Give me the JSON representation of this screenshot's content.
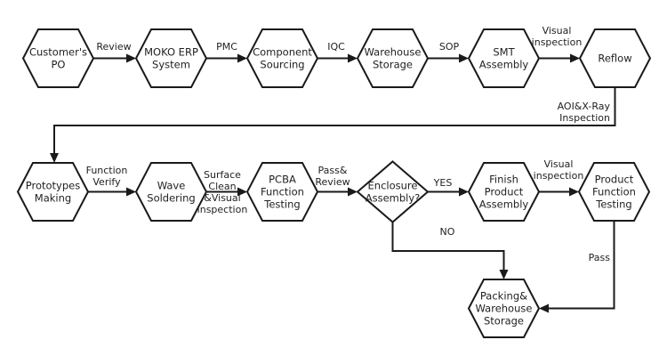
{
  "diagram": {
    "type": "flowchart",
    "nodes": [
      {
        "id": "customer_po",
        "shape": "hexagon",
        "lines": [
          "Customer's",
          "PO"
        ]
      },
      {
        "id": "moko_erp",
        "shape": "hexagon",
        "lines": [
          "MOKO ERP",
          "System"
        ]
      },
      {
        "id": "component_sourcing",
        "shape": "hexagon",
        "lines": [
          "Component",
          "Sourcing"
        ]
      },
      {
        "id": "warehouse_storage",
        "shape": "hexagon",
        "lines": [
          "Warehouse",
          "Storage"
        ]
      },
      {
        "id": "smt_assembly",
        "shape": "hexagon",
        "lines": [
          "SMT",
          "Assembly"
        ]
      },
      {
        "id": "reflow",
        "shape": "hexagon",
        "lines": [
          "Reflow"
        ]
      },
      {
        "id": "prototypes_making",
        "shape": "hexagon",
        "lines": [
          "Prototypes",
          "Making"
        ]
      },
      {
        "id": "wave_soldering",
        "shape": "hexagon",
        "lines": [
          "Wave",
          "Soldering"
        ]
      },
      {
        "id": "pcba_function_testing",
        "shape": "hexagon",
        "lines": [
          "PCBA",
          "Function",
          "Testing"
        ]
      },
      {
        "id": "enclosure_assembly",
        "shape": "diamond",
        "lines": [
          "Enclosure",
          "Assembly?"
        ]
      },
      {
        "id": "finish_product_assembly",
        "shape": "hexagon",
        "lines": [
          "Finish",
          "Product",
          "Assembly"
        ]
      },
      {
        "id": "product_function_testing",
        "shape": "hexagon",
        "lines": [
          "Product",
          "Function",
          "Testing"
        ]
      },
      {
        "id": "packing_warehouse",
        "shape": "hexagon",
        "lines": [
          "Packing&",
          "Warehouse",
          "Storage"
        ]
      }
    ],
    "edges": [
      {
        "from": "customer_po",
        "to": "moko_erp",
        "label_lines": [
          "Review"
        ]
      },
      {
        "from": "moko_erp",
        "to": "component_sourcing",
        "label_lines": [
          "PMC"
        ]
      },
      {
        "from": "component_sourcing",
        "to": "warehouse_storage",
        "label_lines": [
          "IQC"
        ]
      },
      {
        "from": "warehouse_storage",
        "to": "smt_assembly",
        "label_lines": [
          "SOP"
        ]
      },
      {
        "from": "smt_assembly",
        "to": "reflow",
        "label_lines": [
          "Visual",
          "inspection"
        ]
      },
      {
        "from": "reflow",
        "to": "prototypes_making",
        "label_lines": [
          "AOI&X-Ray",
          "Inspection"
        ]
      },
      {
        "from": "prototypes_making",
        "to": "wave_soldering",
        "label_lines": [
          "Function",
          "Verify"
        ]
      },
      {
        "from": "wave_soldering",
        "to": "pcba_function_testing",
        "label_lines": [
          "Surface",
          "Clean",
          "&Visual",
          "inspection"
        ]
      },
      {
        "from": "pcba_function_testing",
        "to": "enclosure_assembly",
        "label_lines": [
          "Pass&",
          "Review"
        ]
      },
      {
        "from": "enclosure_assembly",
        "to": "finish_product_assembly",
        "label_lines": [
          "YES"
        ]
      },
      {
        "from": "finish_product_assembly",
        "to": "product_function_testing",
        "label_lines": [
          "Visual",
          "inspection"
        ]
      },
      {
        "from": "enclosure_assembly",
        "to": "packing_warehouse",
        "label_lines": [
          "NO"
        ]
      },
      {
        "from": "product_function_testing",
        "to": "packing_warehouse",
        "label_lines": [
          "Pass"
        ]
      }
    ]
  },
  "colors": {
    "stroke": "#1a1a1a",
    "text": "#222222",
    "background": "#ffffff"
  }
}
